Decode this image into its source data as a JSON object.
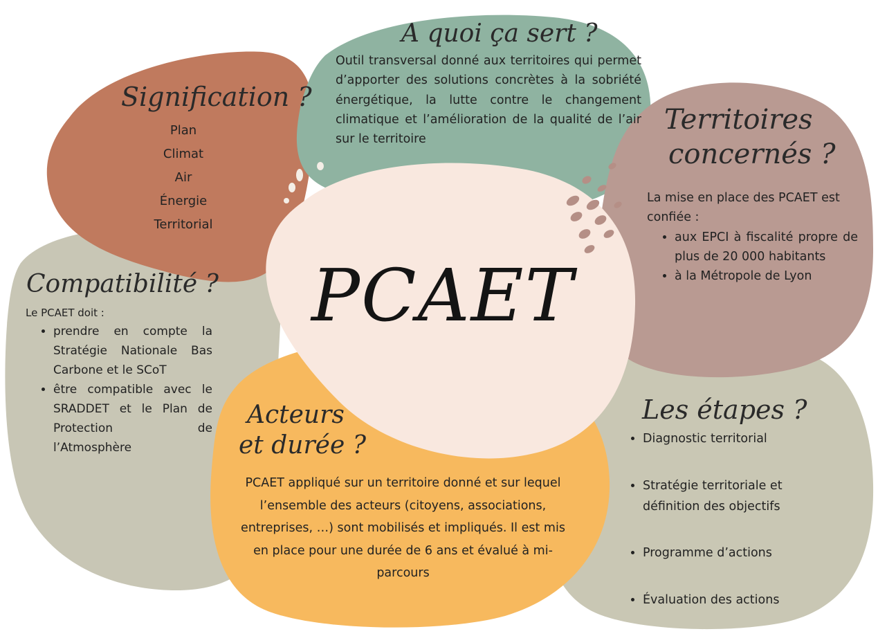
{
  "center": {
    "title": "PCAET"
  },
  "signification": {
    "title": "Signification ?",
    "items": [
      "Plan",
      "Climat",
      "Air",
      "Énergie",
      "Territorial"
    ]
  },
  "a_quoi": {
    "title": "A quoi ça sert ?",
    "text": "Outil transversal donné aux territoires qui permet d’apporter des solutions concrètes à la sobriété énergétique, la lutte contre le changement climatique et l’amélioration de la qualité de l’air sur le territoire"
  },
  "territoires": {
    "title_line1": "Territoires",
    "title_line2": "concernés ?",
    "intro": "La mise en place des PCAET est confiée :",
    "items": [
      "aux EPCI à fiscalité propre de plus de 20 000 habitants",
      "à la Métropole de Lyon"
    ]
  },
  "compatibilite": {
    "title": "Compatibilité ?",
    "intro": "Le PCAET doit :",
    "items": [
      "prendre en compte la Stratégie Nationale Bas Carbone et le SCoT",
      "être compatible avec le SRADDET et le Plan de Protection de l’Atmosphère"
    ]
  },
  "acteurs": {
    "title_line1": "Acteurs",
    "title_line2": "et durée ?",
    "text": "PCAET appliqué sur un territoire donné et sur lequel l’ensemble des acteurs (citoyens, associations, entreprises, …) sont mobilisés et impliqués. Il est mis en place pour une durée de 6 ans et évalué à mi-parcours"
  },
  "etapes": {
    "title": "Les étapes ?",
    "items": [
      "Diagnostic territorial",
      "Stratégie territoriale et définition des objectifs",
      "Programme d’actions",
      "Évaluation des actions"
    ]
  },
  "colors": {
    "signification": "#c07a5e",
    "a_quoi": "#8fb3a1",
    "territoires": "#b99a92",
    "compatibilite": "#c8c6b5",
    "etapes": "#c9c7b4",
    "acteurs": "#f7b95e",
    "center": "#f9e8df"
  }
}
